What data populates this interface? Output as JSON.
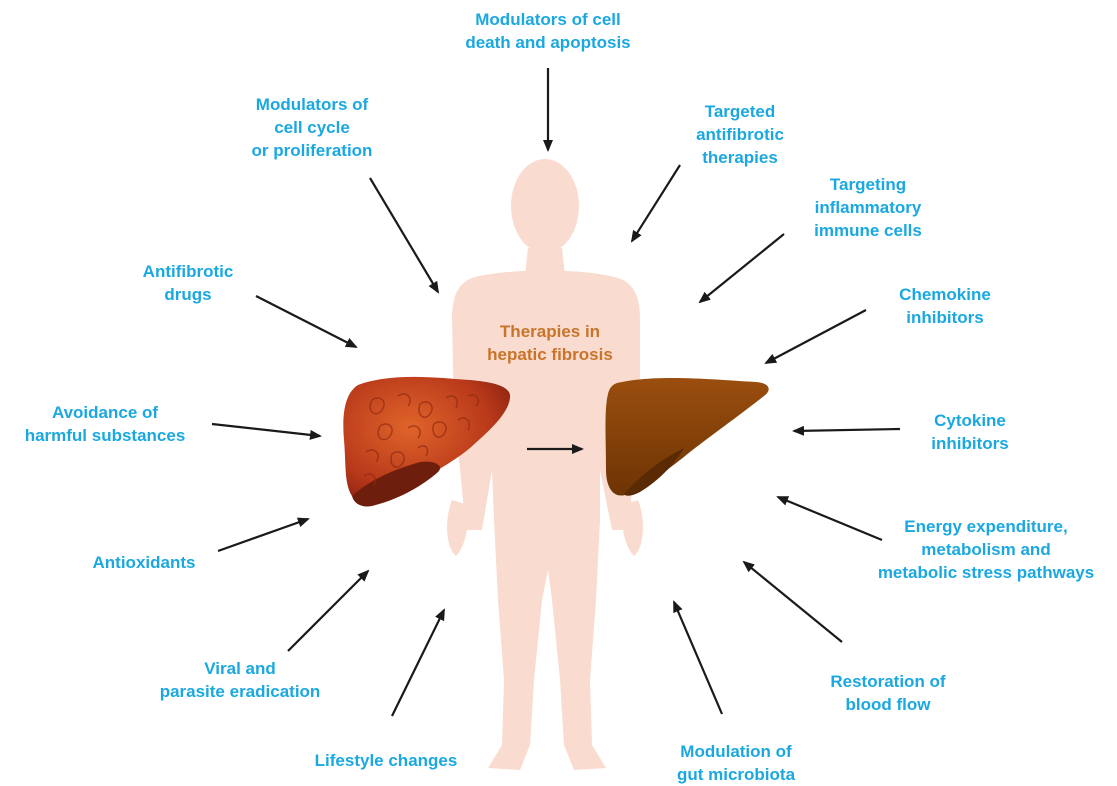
{
  "title": [
    "Therapies in",
    "hepatic fibrosis"
  ],
  "colors": {
    "label": "#1ba8e0",
    "title": "#c8742a",
    "body": "#f9dccf",
    "arrow": "#1a1a1a",
    "liver_healthy": "#8a4508",
    "liver_fibrotic": "#c4401a"
  },
  "labels": {
    "cell_death": [
      "Modulators of cell",
      "death and apoptosis"
    ],
    "cell_cycle": [
      "Modulators of",
      "cell cycle",
      "or proliferation"
    ],
    "targeted_antifibrotic": [
      "Targeted",
      "antifibrotic",
      "therapies"
    ],
    "inflammatory": [
      "Targeting",
      "inflammatory",
      "immune cells"
    ],
    "antifibrotic_drugs": [
      "Antifibrotic",
      "drugs"
    ],
    "chemokine": [
      "Chemokine",
      "inhibitors"
    ],
    "avoidance": [
      "Avoidance of",
      "harmful substances"
    ],
    "cytokine": [
      "Cytokine",
      "inhibitors"
    ],
    "antioxidants": [
      "Antioxidants"
    ],
    "energy": [
      "Energy expenditure,",
      "metabolism and",
      "metabolic stress pathways"
    ],
    "viral": [
      "Viral and",
      "parasite eradication"
    ],
    "blood_flow": [
      "Restoration of",
      "blood flow"
    ],
    "lifestyle": [
      "Lifestyle changes"
    ],
    "microbiota": [
      "Modulation of",
      "gut microbiota"
    ]
  }
}
